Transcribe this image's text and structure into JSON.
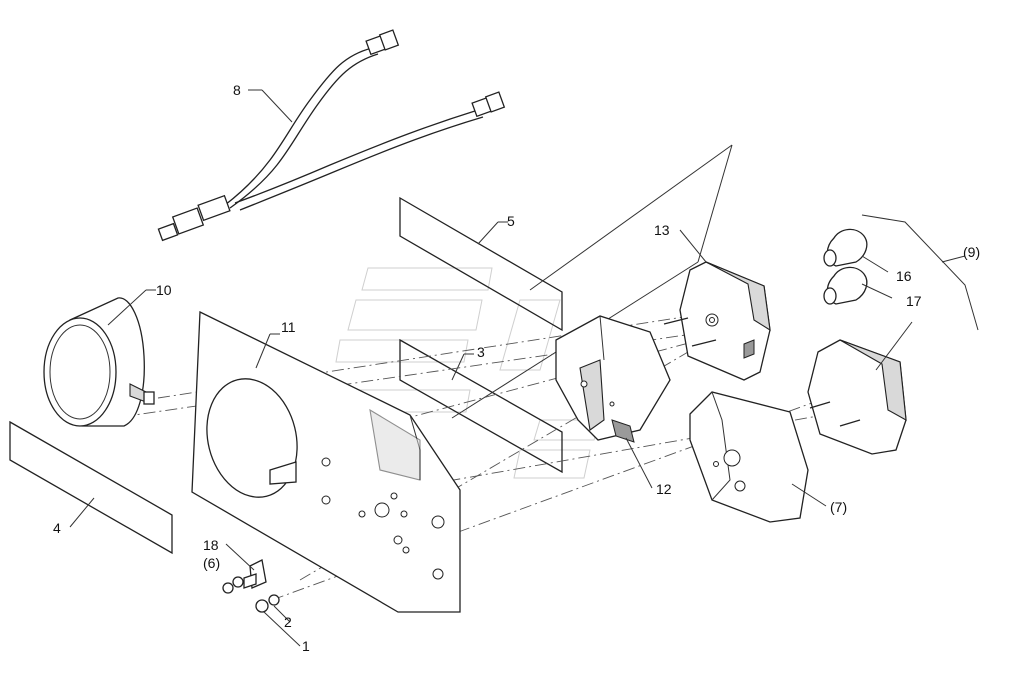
{
  "callouts": {
    "c1": "1",
    "c2": "2",
    "c3": "3",
    "c4": "4",
    "c5": "5",
    "c6": "(6)",
    "c7": "(7)",
    "c8": "8",
    "c9": "(9)",
    "c10": "10",
    "c11": "11",
    "c12": "12",
    "c13": "13",
    "c16": "16",
    "c17": "17",
    "c18": "18"
  }
}
